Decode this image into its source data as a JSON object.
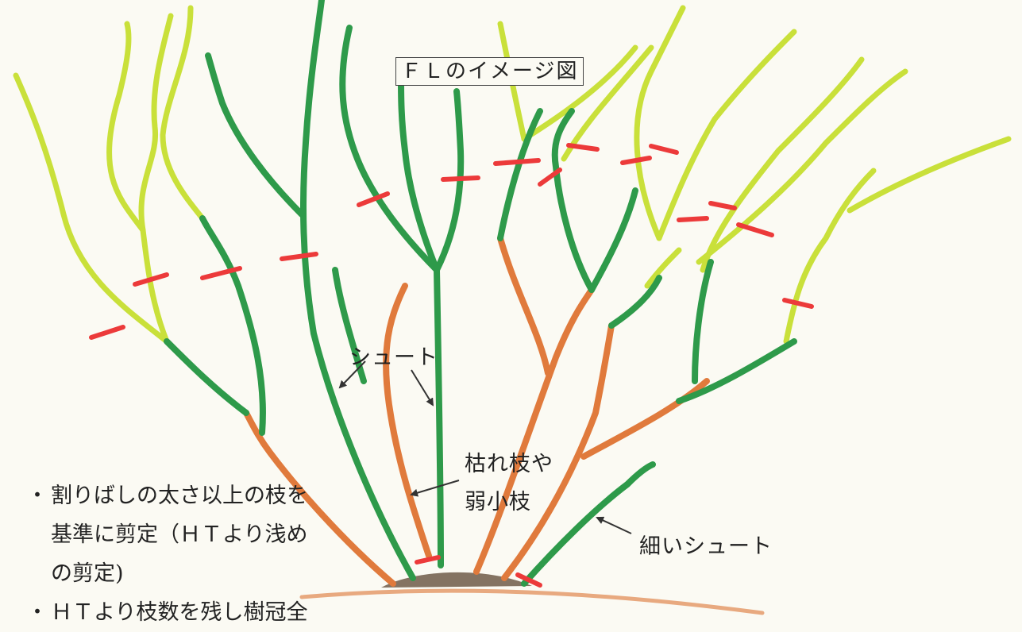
{
  "title": "ＦＬのイメージ図",
  "labels": {
    "shoot": "シュート",
    "dead_branch_line1": "枯れ枝や",
    "dead_branch_line2": "弱小枝",
    "thin_shoot": "細いシュート"
  },
  "notes": [
    {
      "bullet": "・",
      "lines": [
        "割りばしの太さ以上の枝を",
        "基準に剪定（ＨＴより浅め",
        "の剪定)"
      ]
    },
    {
      "bullet": "・",
      "lines": [
        "ＨＴより枝数を残し樹冠全"
      ]
    }
  ],
  "colors": {
    "shoot_green": "#2e9a4a",
    "young_growth_yellow": "#c9e03a",
    "old_wood_orange": "#e07a3c",
    "pruning_cut_red": "#ec3a3a",
    "soil_brown": "#6e5a48"
  }
}
